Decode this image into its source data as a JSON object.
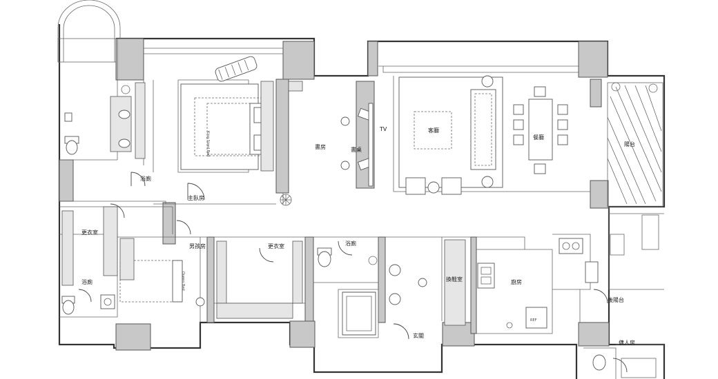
{
  "labels": {
    "bath_master": "浴廁",
    "master_bedroom": "主臥房",
    "study": "書房",
    "desk": "書桌",
    "tv": "TV",
    "living_room": "客廳",
    "dining_room": "餐廳",
    "balcony": "陽台",
    "walkin_closet_left": "更衣室",
    "boys_room": "男孩房",
    "walkin_closet_mid": "更衣室",
    "bath_mid": "浴廁",
    "bath_left": "浴廁",
    "shoe_room": "換鞋室",
    "kitchen": "廚房",
    "rear_balcony": "後陽台",
    "entrance": "玄關",
    "maid_room": "傭人房",
    "bed_text_master": "King Sized Bed",
    "bed_text_boys": "Queen Bed",
    "fridge_text": "REF"
  },
  "colors": {
    "wall_fill": "#c8c8c8",
    "line": "#555555",
    "background": "#ffffff"
  }
}
